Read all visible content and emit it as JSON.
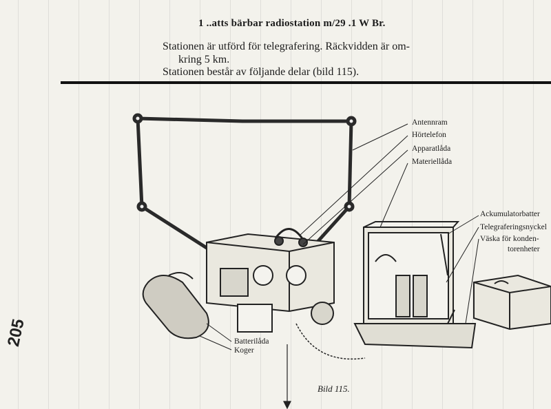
{
  "document": {
    "header": "1 ..atts bärbar radiostation m/29 .1 W Br.",
    "paragraph_1_line_1": "Stationen är utförd för telegrafering. Räckvidden är om-",
    "paragraph_1_line_2": "kring 5 km.",
    "paragraph_2": "Stationen består av följande delar (bild 115).",
    "caption": "Bild 115.",
    "stamp": "205"
  },
  "labels": {
    "antenna_frame": "Antennram",
    "headphone": "Hörtelefon",
    "apparatus_box": "Apparatlåda",
    "material_box": "Materiellåda",
    "accumulator_battery": "Ackumulatorbatter",
    "telegraph_key": "Telegraferingsnyckel",
    "condenser_bag_line1": "Väska för konden-",
    "condenser_bag_line2": "torenheter",
    "battery_box": "Batterilåda",
    "quiver": "Koger"
  },
  "colors": {
    "paper": "#f3f2ec",
    "ink": "#1b1b1b",
    "rule": "#111111"
  }
}
